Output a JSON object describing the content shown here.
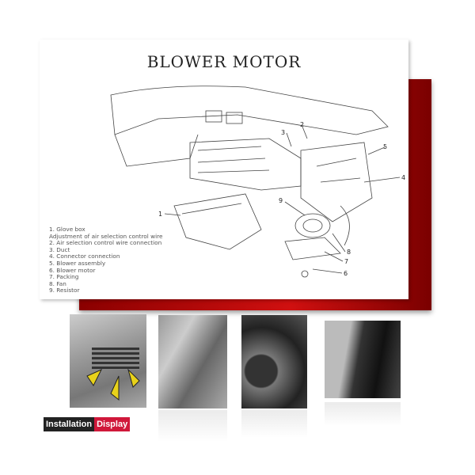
{
  "title": "BLOWER MOTOR",
  "legend": [
    "1.  Glove box",
    "     Adjustment of air selection control wire",
    "2.  Air selection control wire connection",
    "3.  Duct",
    "4.  Connector connection",
    "5.  Blower assembly",
    "6.  Blower motor",
    "7.  Packing",
    "8.  Fan",
    "9.  Resistor"
  ],
  "callouts": [
    "1",
    "2",
    "3",
    "4",
    "5",
    "6",
    "7",
    "8",
    "9"
  ],
  "badge": {
    "part1": "Installation",
    "part2": "Display"
  },
  "colors": {
    "accent_red": "#d0183a",
    "backdrop_red": "#c01010",
    "arrow_yellow": "#e8d21a"
  },
  "photos": [
    "dashboard-vent-removal",
    "behind-dash-wiring",
    "blower-motor-removal",
    "glove-box-install"
  ]
}
